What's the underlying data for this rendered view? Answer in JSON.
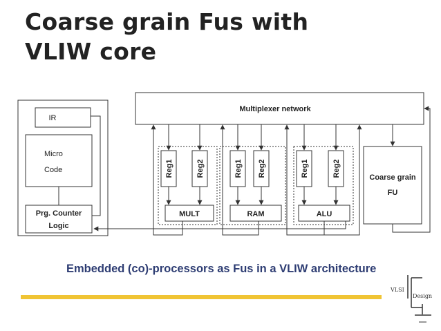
{
  "slide": {
    "title_line1": "Coarse grain Fus with",
    "title_line2": "VLIW core",
    "caption": "Embedded (co)-processors as Fus in a VLIW architecture"
  },
  "diagram": {
    "mux": "Multiplexer network",
    "ir": "IR",
    "micro_line1": "Micro",
    "micro_line2": "Code",
    "prg_line1": "Prg. Counter",
    "prg_line2": "Logic",
    "units": [
      {
        "name": "MULT",
        "reg1": "Reg1",
        "reg2": "Reg2"
      },
      {
        "name": "RAM",
        "reg1": "Reg1",
        "reg2": "Reg2"
      },
      {
        "name": "ALU",
        "reg1": "Reg1",
        "reg2": "Reg2"
      }
    ],
    "coarse_line1": "Coarse grain",
    "coarse_line2": "FU"
  },
  "logo": {
    "line1": "VLSI",
    "line2": "Design"
  },
  "colors": {
    "title": "#222222",
    "caption": "#2e3d73",
    "rule": "#f0c434",
    "stroke": "#333333"
  }
}
